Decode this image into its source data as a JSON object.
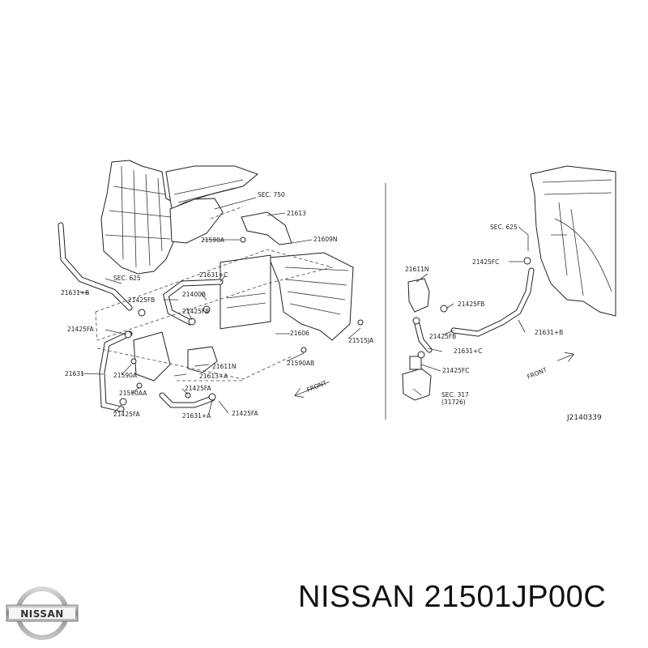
{
  "diagram": {
    "left_labels": {
      "sec_750": "SEC. 750",
      "l21613": "21613",
      "l21590A_top": "21590A",
      "l21609N": "21609N",
      "sec_625_left": "SEC. 625",
      "l21631B": "21631+B",
      "l21631C": "21631+C",
      "l21400B": "21400B",
      "l21425FB_a": "21425FB",
      "l21425FB_b": "21425FB",
      "l21425FA_a": "21425FA",
      "l21606": "21606",
      "l21515JA": "21515JA",
      "l21631": "21631",
      "l21590A_mid": "21590A",
      "l21611N": "21611N",
      "l21613A": "21613+A",
      "l21590AB": "21590AB",
      "l21590AA": "21590AA",
      "l21425FA_b": "21425FA",
      "l21425FA_c": "21425FA",
      "l21631A": "21631+A",
      "l21425FA_d": "21425FA",
      "front": "FRONT"
    },
    "right_labels": {
      "sec_625_right": "SEC. 625",
      "l21425FC_a": "21425FC",
      "l21611N": "21611N",
      "l21425FB_a": "21425FB",
      "l21425FB_b": "21425FB",
      "l21631B": "21631+B",
      "l21631C": "21631+C",
      "l21425FC_b": "21425FC",
      "sec_317": "SEC. 317",
      "sec_317_sub": "(31726)",
      "front": "FRONT",
      "drawing_id": "J2140339"
    }
  },
  "footer": {
    "brand_logo_text": "NISSAN",
    "part_title": "NISSAN 21501JP00C"
  }
}
